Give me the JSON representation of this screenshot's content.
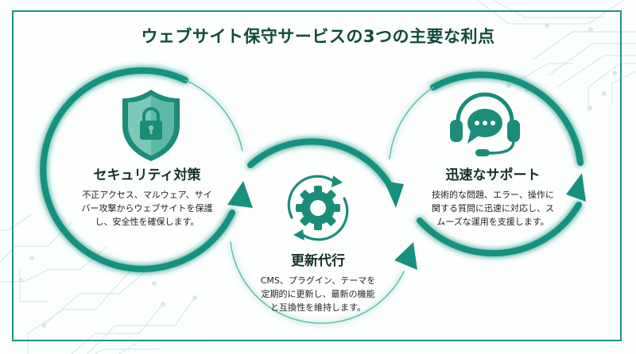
{
  "title": "ウェブサイト保守サービスの3つの主要な利点",
  "colors": {
    "accent": "#17917f",
    "accent_light": "#5fbfae",
    "title": "#0f4a3c",
    "text": "#222222",
    "circuit": "#dbe9e6"
  },
  "benefits": [
    {
      "icon": "shield-lock-icon",
      "heading": "セキュリティ対策",
      "lines": [
        "不正アクセス、マルウェア、サイ",
        "バー攻撃からウェブサイトを保護",
        "し、安全性を確保します。"
      ]
    },
    {
      "icon": "gear-refresh-icon",
      "heading": "更新代行",
      "lines": [
        "CMS、プラグイン、テーマを",
        "定期的に更新し、最新の機能",
        "と互換性を維持します。"
      ]
    },
    {
      "icon": "headset-chat-icon",
      "heading": "迅速なサポート",
      "lines": [
        "技術的な問題、エラー、操作に",
        "関する質問に迅速に対応し、ス",
        "ムーズな運用を支援します。"
      ]
    }
  ]
}
